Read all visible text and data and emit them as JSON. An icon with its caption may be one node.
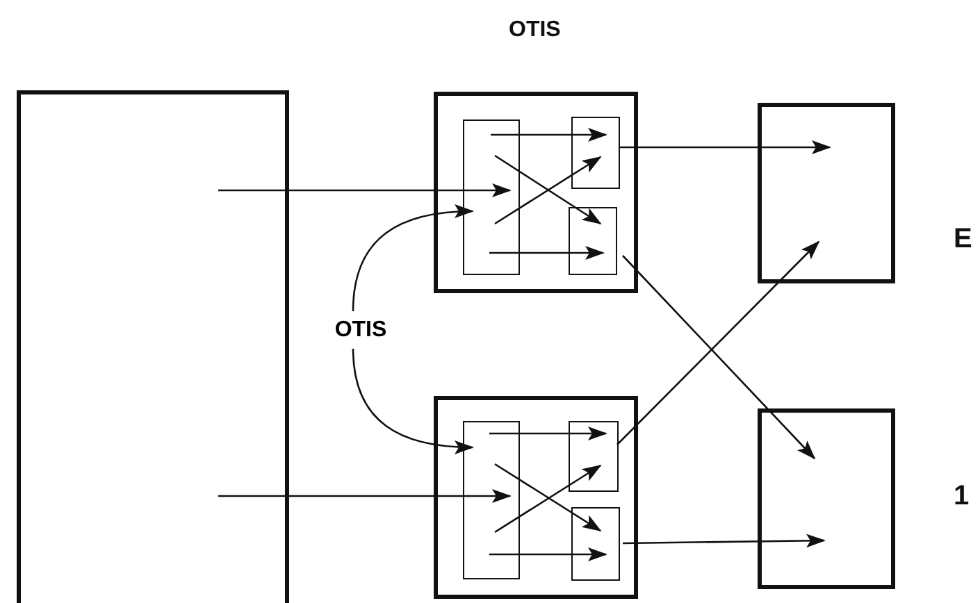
{
  "diagram": {
    "title": "OTIS",
    "nodes": [
      {
        "text": [],
        "shape": "box"
      },
      {
        "text": [],
        "shape": "box"
      },
      {
        "text": [],
        "shape": "box",
        "in": 1
      },
      {
        "text": [],
        "shape": "box",
        "in": 1
      },
      {
        "text": [],
        "shape": "box",
        "in": 1
      },
      {
        "text": [],
        "shape": "box"
      },
      {
        "text": [],
        "shape": "box",
        "in": 5
      },
      {
        "text": [],
        "shape": "box",
        "in": 5
      },
      {
        "text": [],
        "shape": "box",
        "in": 5
      },
      {
        "text": [],
        "shape": "box"
      },
      {
        "text": [],
        "shape": "box"
      },
      {
        "text": [
          "OTIS"
        ]
      }
    ],
    "edges": [
      {
        "from": 0,
        "to": 2,
        "arrow": "to"
      },
      {
        "from": 2,
        "to": 3,
        "arrow": "to"
      },
      {
        "from": 2,
        "to": 4,
        "arrow": "to"
      },
      {
        "from": 2,
        "to": 3,
        "arrow": "to"
      },
      {
        "from": 2,
        "to": 4,
        "arrow": "to"
      },
      {
        "from": 3,
        "to": 9,
        "arrow": "to"
      },
      {
        "from": 4,
        "to": 10,
        "arrow": "to"
      },
      {
        "from": 0,
        "to": 6,
        "arrow": "to"
      },
      {
        "from": 6,
        "to": 7,
        "arrow": "to"
      },
      {
        "from": 6,
        "to": 8,
        "arrow": "to"
      },
      {
        "from": 6,
        "to": 7,
        "arrow": "to"
      },
      {
        "from": 6,
        "to": 8,
        "arrow": "to"
      },
      {
        "from": 7,
        "to": 9,
        "arrow": "to"
      },
      {
        "from": 8,
        "to": 10,
        "arrow": "to"
      },
      {
        "from": 11,
        "to": 2,
        "arrow": "to"
      },
      {
        "from": 11,
        "to": 6,
        "arrow": "to"
      }
    ],
    "labels": [
      "E",
      "1"
    ]
  }
}
